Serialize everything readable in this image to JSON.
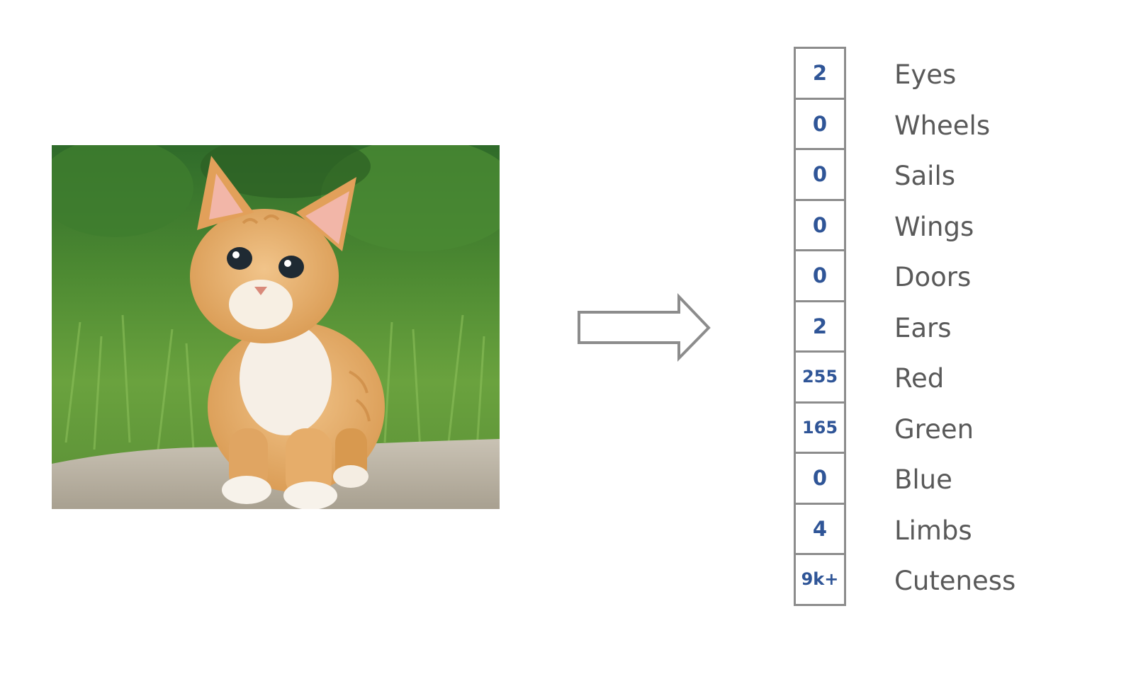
{
  "features": [
    {
      "value": "2",
      "label": "Eyes"
    },
    {
      "value": "0",
      "label": "Wheels"
    },
    {
      "value": "0",
      "label": "Sails"
    },
    {
      "value": "0",
      "label": "Wings"
    },
    {
      "value": "0",
      "label": "Doors"
    },
    {
      "value": "2",
      "label": "Ears"
    },
    {
      "value": "255",
      "label": "Red"
    },
    {
      "value": "165",
      "label": "Green"
    },
    {
      "value": "0",
      "label": "Blue"
    },
    {
      "value": "4",
      "label": "Limbs"
    },
    {
      "value": "9k+",
      "label": "Cuteness"
    }
  ],
  "colors": {
    "value_text": "#2f5597",
    "label_text": "#595959",
    "cell_border": "#8c8c8c",
    "arrow_stroke": "#8c8c8c"
  },
  "icons": {
    "arrow": "right-arrow-outline",
    "photo": "kitten-photo"
  }
}
